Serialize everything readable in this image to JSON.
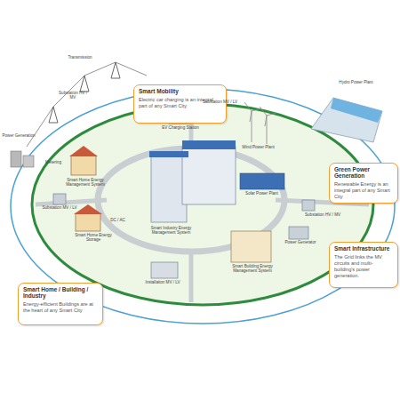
{
  "diagram": {
    "nodes": [
      {
        "text": [
          "Smart Mobility",
          "Electric car charging is an integral part of any Smart City"
        ]
      },
      {
        "text": [
          "Green Power Generation",
          "Renewable Energy is an integral part of any Smart City"
        ]
      },
      {
        "text": [
          "Smart Infrastructure",
          "The Grid links the MV circuits and multi-building's power generation."
        ]
      },
      {
        "text": [
          "Smart Home / Building / Industry",
          "Energy-efficient Buildings are at the heart of any Smart City"
        ]
      }
    ],
    "labels": [
      "Power Generation",
      "Transmission",
      "Substation HV / MV",
      "Smart Home Energy Management System",
      "Metering",
      "EV Charging Station",
      "Substation MV / LV",
      "Wind Power Plant",
      "Hydro Power Plant",
      "Substation HV / MV",
      "Smart Industry Energy Management System",
      "Solar Power Plant",
      "Power Generator",
      "Smart Building Energy Management System",
      "Installation MV / LV",
      "Substation MV / LV",
      "Smart Home Energy Storage",
      "DC / AC"
    ]
  }
}
